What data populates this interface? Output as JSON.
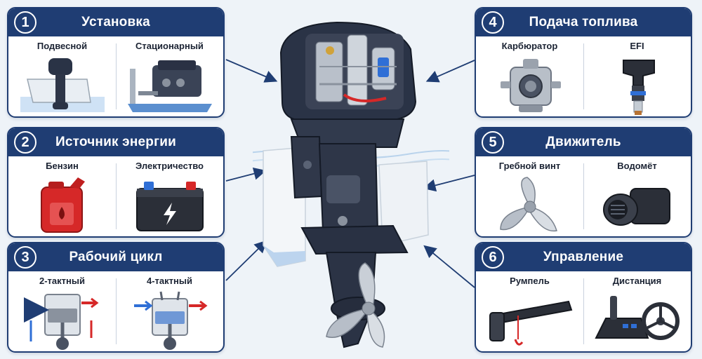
{
  "cards": [
    {
      "number": "1",
      "title": "Установка",
      "options": [
        {
          "label": "Подвесной",
          "icon": "outboard-boat-icon"
        },
        {
          "label": "Стационарный",
          "icon": "inboard-engine-icon"
        }
      ]
    },
    {
      "number": "2",
      "title": "Источник энергии",
      "options": [
        {
          "label": "Бензин",
          "icon": "fuel-canister-icon"
        },
        {
          "label": "Электричество",
          "icon": "battery-icon"
        }
      ]
    },
    {
      "number": "3",
      "title": "Рабочий цикл",
      "options": [
        {
          "label": "2-тактный",
          "icon": "two-stroke-piston-icon"
        },
        {
          "label": "4-тактный",
          "icon": "four-stroke-piston-icon"
        }
      ]
    },
    {
      "number": "4",
      "title": "Подача топлива",
      "options": [
        {
          "label": "Карбюратор",
          "icon": "carburetor-icon"
        },
        {
          "label": "EFI",
          "icon": "fuel-injector-icon"
        }
      ]
    },
    {
      "number": "5",
      "title": "Движитель",
      "options": [
        {
          "label": "Гребной винт",
          "icon": "propeller-icon"
        },
        {
          "label": "Водомёт",
          "icon": "water-jet-icon"
        }
      ]
    },
    {
      "number": "6",
      "title": "Управление",
      "options": [
        {
          "label": "Румпель",
          "icon": "tiller-icon"
        },
        {
          "label": "Дистанция",
          "icon": "remote-control-icon"
        }
      ]
    }
  ],
  "colors": {
    "navy": "#1f3d73",
    "background": "#eef3f8",
    "accent_red": "#d62828",
    "accent_blue": "#2f6fd6"
  }
}
